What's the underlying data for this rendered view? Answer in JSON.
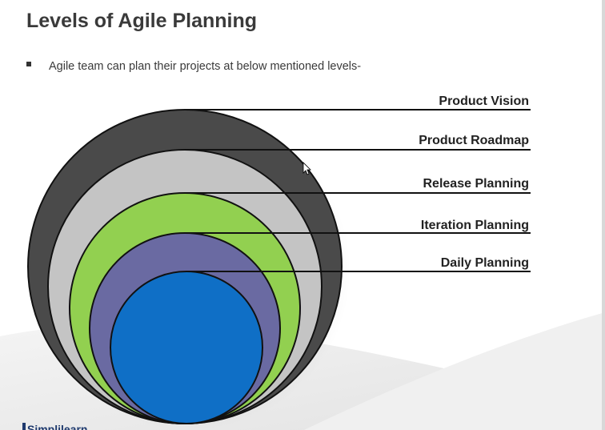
{
  "slide": {
    "title": "Levels of Agile Planning",
    "bullet": "Agile team can plan their projects at below mentioned levels-"
  },
  "levels": [
    {
      "label": "Product Vision",
      "color": "#4a4a4a"
    },
    {
      "label": "Product Roadmap",
      "color": "#c4c4c4"
    },
    {
      "label": "Release Planning",
      "color": "#92d050"
    },
    {
      "label": "Iteration Planning",
      "color": "#6a6aa2"
    },
    {
      "label": "Daily Planning",
      "color": "#0f6fc6"
    }
  ],
  "footer": {
    "logo_text": "Simplilearn"
  },
  "colors": {
    "title": "#3a3a3a",
    "label": "#222222",
    "background_swoosh": "#eeeeee"
  }
}
